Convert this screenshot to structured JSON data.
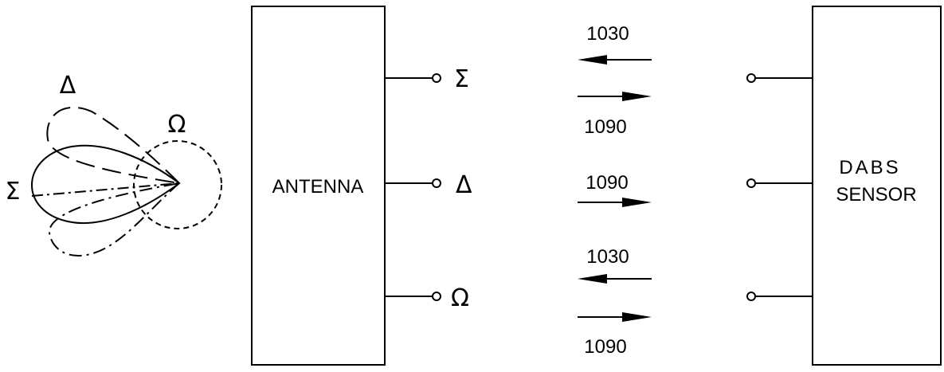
{
  "antenna": {
    "label": "ANTENNA"
  },
  "sensor": {
    "line1": "DABS",
    "line2": "SENSOR"
  },
  "beam_labels": {
    "delta": "Δ",
    "omega": "Ω",
    "sigma": "Σ"
  },
  "ports": [
    {
      "symbol": "Σ"
    },
    {
      "symbol": "Δ"
    },
    {
      "symbol": "Ω"
    }
  ],
  "signals": [
    {
      "label": "1030",
      "direction": "left"
    },
    {
      "label": "1090",
      "direction": "right"
    },
    {
      "label": "1090",
      "direction": "right"
    },
    {
      "label": "1030",
      "direction": "left"
    },
    {
      "label": "1090",
      "direction": "right"
    }
  ]
}
